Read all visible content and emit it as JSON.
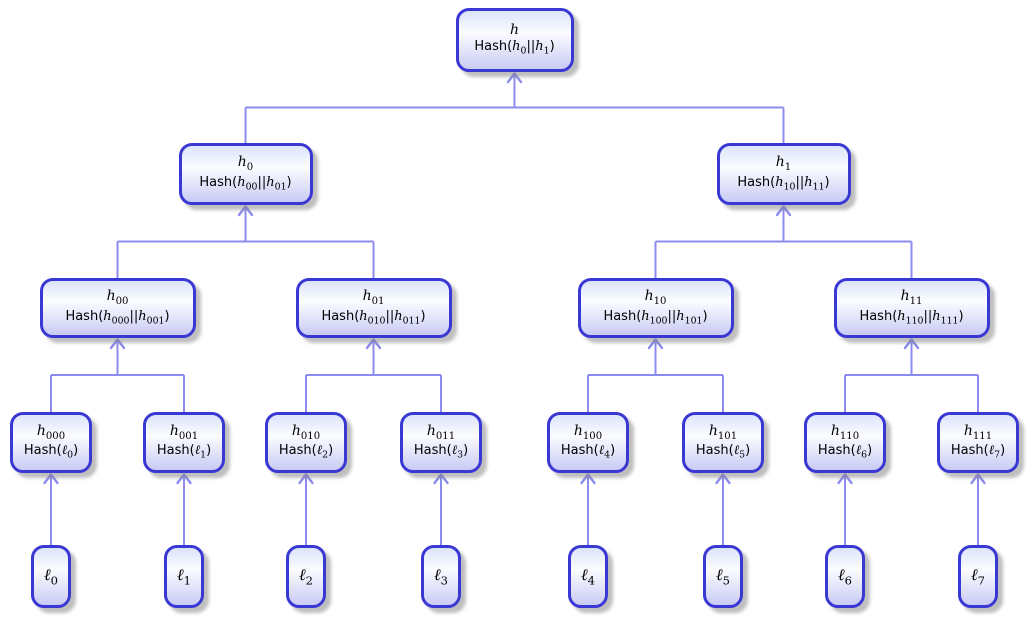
{
  "colors": {
    "node_border": "#3a38d2",
    "connector": "#8c8cf0",
    "node_fill_top": "#dce4fb",
    "node_fill_mid": "#fbfcff",
    "node_fill_bottom": "#c9cbf4",
    "text": "#000000",
    "shadow": "rgba(128,128,128,0.5)"
  },
  "diagram_type": "merkle-hash-tree",
  "nodes": [
    {
      "id": "h",
      "level": 0,
      "children": [
        "h0",
        "h1"
      ],
      "title": [
        [
          "v",
          "h"
        ]
      ],
      "formula": [
        [
          "f",
          "Hash("
        ],
        [
          "v",
          "h"
        ],
        [
          "s",
          "0"
        ],
        [
          "f",
          "||"
        ],
        [
          "v",
          "h"
        ],
        [
          "s",
          "1"
        ],
        [
          "f",
          ")"
        ]
      ]
    },
    {
      "id": "h0",
      "level": 1,
      "children": [
        "h00",
        "h01"
      ],
      "title": [
        [
          "v",
          "h"
        ],
        [
          "s",
          "0"
        ]
      ],
      "formula": [
        [
          "f",
          "Hash("
        ],
        [
          "v",
          "h"
        ],
        [
          "s",
          "00"
        ],
        [
          "f",
          "||"
        ],
        [
          "v",
          "h"
        ],
        [
          "s",
          "01"
        ],
        [
          "f",
          ")"
        ]
      ]
    },
    {
      "id": "h1",
      "level": 1,
      "children": [
        "h10",
        "h11"
      ],
      "title": [
        [
          "v",
          "h"
        ],
        [
          "s",
          "1"
        ]
      ],
      "formula": [
        [
          "f",
          "Hash("
        ],
        [
          "v",
          "h"
        ],
        [
          "s",
          "10"
        ],
        [
          "f",
          "||"
        ],
        [
          "v",
          "h"
        ],
        [
          "s",
          "11"
        ],
        [
          "f",
          ")"
        ]
      ]
    },
    {
      "id": "h00",
      "level": 2,
      "children": [
        "h000",
        "h001"
      ],
      "title": [
        [
          "v",
          "h"
        ],
        [
          "s",
          "00"
        ]
      ],
      "formula": [
        [
          "f",
          "Hash("
        ],
        [
          "v",
          "h"
        ],
        [
          "s",
          "000"
        ],
        [
          "f",
          "||"
        ],
        [
          "v",
          "h"
        ],
        [
          "s",
          "001"
        ],
        [
          "f",
          ")"
        ]
      ]
    },
    {
      "id": "h01",
      "level": 2,
      "children": [
        "h010",
        "h011"
      ],
      "title": [
        [
          "v",
          "h"
        ],
        [
          "s",
          "01"
        ]
      ],
      "formula": [
        [
          "f",
          "Hash("
        ],
        [
          "v",
          "h"
        ],
        [
          "s",
          "010"
        ],
        [
          "f",
          "||"
        ],
        [
          "v",
          "h"
        ],
        [
          "s",
          "011"
        ],
        [
          "f",
          ")"
        ]
      ]
    },
    {
      "id": "h10",
      "level": 2,
      "children": [
        "h100",
        "h101"
      ],
      "title": [
        [
          "v",
          "h"
        ],
        [
          "s",
          "10"
        ]
      ],
      "formula": [
        [
          "f",
          "Hash("
        ],
        [
          "v",
          "h"
        ],
        [
          "s",
          "100"
        ],
        [
          "f",
          "||"
        ],
        [
          "v",
          "h"
        ],
        [
          "s",
          "101"
        ],
        [
          "f",
          ")"
        ]
      ]
    },
    {
      "id": "h11",
      "level": 2,
      "children": [
        "h110",
        "h111"
      ],
      "title": [
        [
          "v",
          "h"
        ],
        [
          "s",
          "11"
        ]
      ],
      "formula": [
        [
          "f",
          "Hash("
        ],
        [
          "v",
          "h"
        ],
        [
          "s",
          "110"
        ],
        [
          "f",
          "||"
        ],
        [
          "v",
          "h"
        ],
        [
          "s",
          "111"
        ],
        [
          "f",
          ")"
        ]
      ]
    },
    {
      "id": "h000",
      "level": 3,
      "children": [
        "l0"
      ],
      "title": [
        [
          "v",
          "h"
        ],
        [
          "s",
          "000"
        ]
      ],
      "formula": [
        [
          "f",
          "Hash("
        ],
        [
          "v",
          "ℓ"
        ],
        [
          "s",
          "0"
        ],
        [
          "f",
          ")"
        ]
      ]
    },
    {
      "id": "h001",
      "level": 3,
      "children": [
        "l1"
      ],
      "title": [
        [
          "v",
          "h"
        ],
        [
          "s",
          "001"
        ]
      ],
      "formula": [
        [
          "f",
          "Hash("
        ],
        [
          "v",
          "ℓ"
        ],
        [
          "s",
          "1"
        ],
        [
          "f",
          ")"
        ]
      ]
    },
    {
      "id": "h010",
      "level": 3,
      "children": [
        "l2"
      ],
      "title": [
        [
          "v",
          "h"
        ],
        [
          "s",
          "010"
        ]
      ],
      "formula": [
        [
          "f",
          "Hash("
        ],
        [
          "v",
          "ℓ"
        ],
        [
          "s",
          "2"
        ],
        [
          "f",
          ")"
        ]
      ]
    },
    {
      "id": "h011",
      "level": 3,
      "children": [
        "l3"
      ],
      "title": [
        [
          "v",
          "h"
        ],
        [
          "s",
          "011"
        ]
      ],
      "formula": [
        [
          "f",
          "Hash("
        ],
        [
          "v",
          "ℓ"
        ],
        [
          "s",
          "3"
        ],
        [
          "f",
          ")"
        ]
      ]
    },
    {
      "id": "h100",
      "level": 3,
      "children": [
        "l4"
      ],
      "title": [
        [
          "v",
          "h"
        ],
        [
          "s",
          "100"
        ]
      ],
      "formula": [
        [
          "f",
          "Hash("
        ],
        [
          "v",
          "ℓ"
        ],
        [
          "s",
          "4"
        ],
        [
          "f",
          ")"
        ]
      ]
    },
    {
      "id": "h101",
      "level": 3,
      "children": [
        "l5"
      ],
      "title": [
        [
          "v",
          "h"
        ],
        [
          "s",
          "101"
        ]
      ],
      "formula": [
        [
          "f",
          "Hash("
        ],
        [
          "v",
          "ℓ"
        ],
        [
          "s",
          "5"
        ],
        [
          "f",
          ")"
        ]
      ]
    },
    {
      "id": "h110",
      "level": 3,
      "children": [
        "l6"
      ],
      "title": [
        [
          "v",
          "h"
        ],
        [
          "s",
          "110"
        ]
      ],
      "formula": [
        [
          "f",
          "Hash("
        ],
        [
          "v",
          "ℓ"
        ],
        [
          "s",
          "6"
        ],
        [
          "f",
          ")"
        ]
      ]
    },
    {
      "id": "h111",
      "level": 3,
      "children": [
        "l7"
      ],
      "title": [
        [
          "v",
          "h"
        ],
        [
          "s",
          "111"
        ]
      ],
      "formula": [
        [
          "f",
          "Hash("
        ],
        [
          "v",
          "ℓ"
        ],
        [
          "s",
          "7"
        ],
        [
          "f",
          ")"
        ]
      ]
    },
    {
      "id": "l0",
      "level": 4,
      "title": [
        [
          "v",
          "ℓ"
        ],
        [
          "s",
          "0"
        ]
      ]
    },
    {
      "id": "l1",
      "level": 4,
      "title": [
        [
          "v",
          "ℓ"
        ],
        [
          "s",
          "1"
        ]
      ]
    },
    {
      "id": "l2",
      "level": 4,
      "title": [
        [
          "v",
          "ℓ"
        ],
        [
          "s",
          "2"
        ]
      ]
    },
    {
      "id": "l3",
      "level": 4,
      "title": [
        [
          "v",
          "ℓ"
        ],
        [
          "s",
          "3"
        ]
      ]
    },
    {
      "id": "l4",
      "level": 4,
      "title": [
        [
          "v",
          "ℓ"
        ],
        [
          "s",
          "4"
        ]
      ]
    },
    {
      "id": "l5",
      "level": 4,
      "title": [
        [
          "v",
          "ℓ"
        ],
        [
          "s",
          "5"
        ]
      ]
    },
    {
      "id": "l6",
      "level": 4,
      "title": [
        [
          "v",
          "ℓ"
        ],
        [
          "s",
          "6"
        ]
      ]
    },
    {
      "id": "l7",
      "level": 4,
      "title": [
        [
          "v",
          "ℓ"
        ],
        [
          "s",
          "7"
        ]
      ]
    }
  ]
}
